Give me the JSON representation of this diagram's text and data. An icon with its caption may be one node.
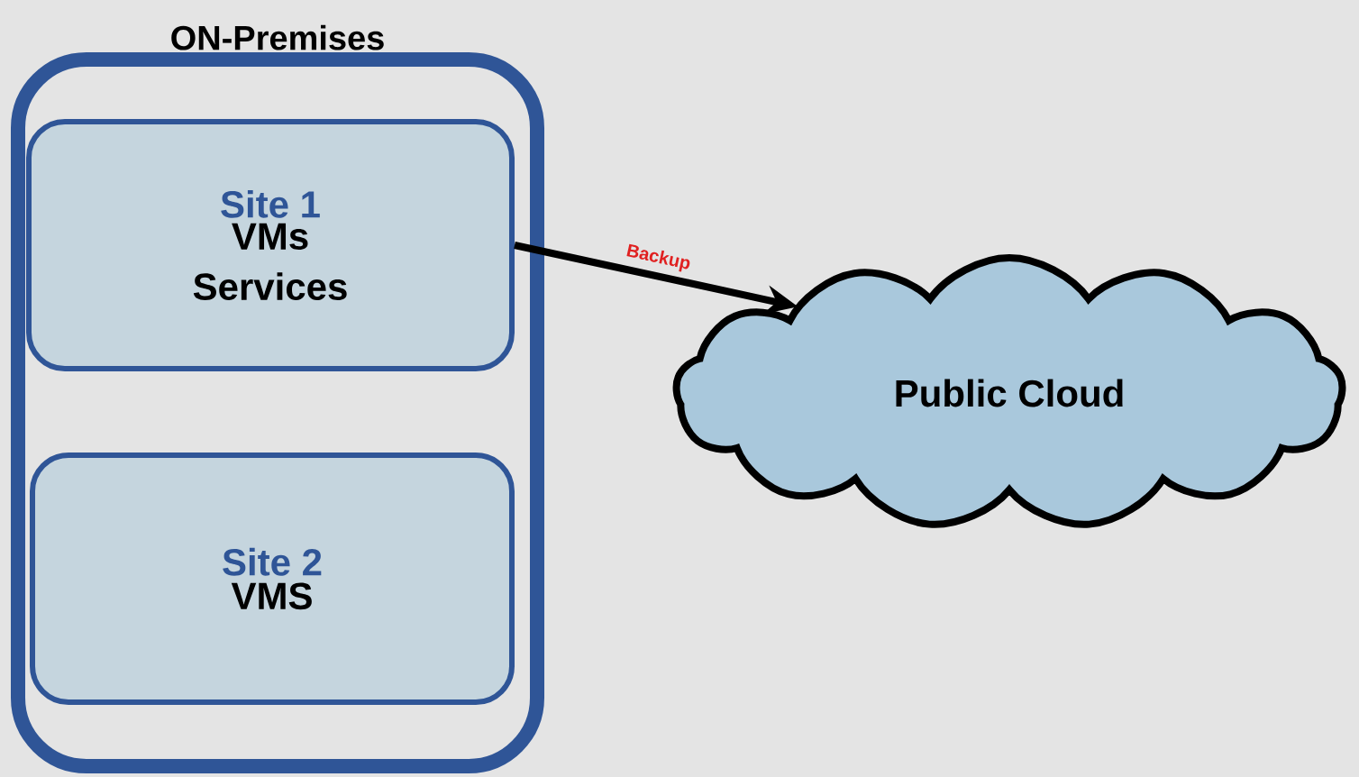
{
  "diagram": {
    "nodes": [
      {
        "text": [
          "ON-Premises"
        ]
      },
      {
        "text": [
          "Site 1",
          "VMs Services"
        ],
        "in": 0
      },
      {
        "text": [
          "Site 2",
          "VMS"
        ],
        "in": 0
      },
      {
        "text": [
          "Public Cloud"
        ]
      }
    ],
    "edges": [
      {
        "from": 1,
        "to": 3,
        "arrow": "to",
        "label": "Backup"
      }
    ]
  }
}
